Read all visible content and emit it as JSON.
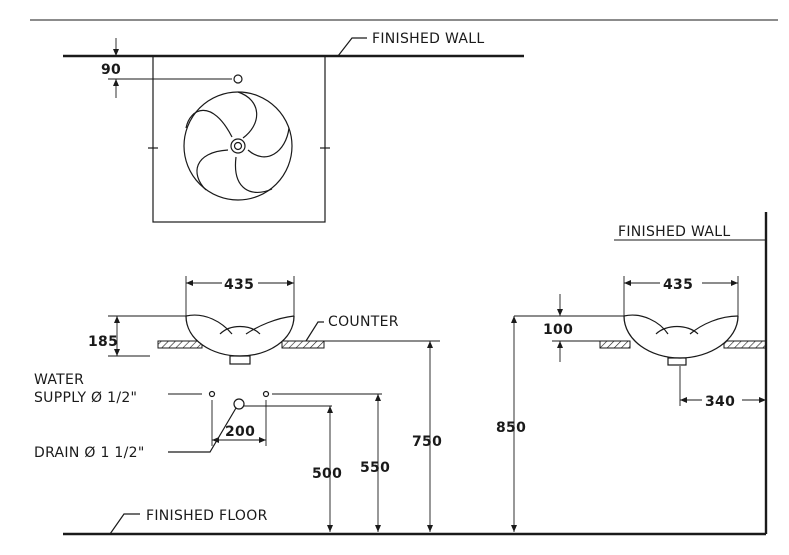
{
  "labels": {
    "finished_wall_top": "FINISHED WALL",
    "finished_wall_right": "FINISHED WALL",
    "counter": "COUNTER",
    "water_supply_line1": "WATER",
    "water_supply_line2": "SUPPLY Ø 1/2\"",
    "drain": "DRAIN Ø 1 1/2\"",
    "finished_floor": "FINISHED FLOOR"
  },
  "dimensions": {
    "wall_offset": "90",
    "basin_width_front": "435",
    "basin_height": "185",
    "supply_spacing": "200",
    "drain_height": "500",
    "supply_height": "550",
    "counter_height": "750",
    "side_total_height": "850",
    "side_basin_width": "435",
    "side_rise": "100",
    "side_drain_offset": "340"
  }
}
